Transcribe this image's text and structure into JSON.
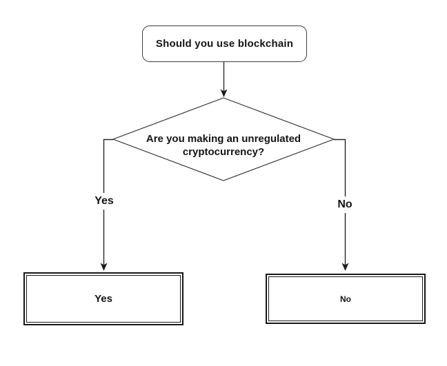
{
  "page": {
    "background": "#ffffff",
    "stroke_color": "#262626",
    "text_color": "#141414"
  },
  "nodes": {
    "start": {
      "label": "Should you use blockchain",
      "shape": "rounded-rectangle"
    },
    "decision": {
      "label": "Are you making an unregulated cryptocurrency?",
      "shape": "diamond"
    },
    "result_yes": {
      "label": "Yes",
      "shape": "double-border-rectangle"
    },
    "result_no": {
      "label": "No",
      "shape": "double-border-rectangle"
    }
  },
  "edges": {
    "start_to_decision": {
      "label": ""
    },
    "yes_branch": {
      "label": "Yes"
    },
    "no_branch": {
      "label": "No"
    }
  }
}
